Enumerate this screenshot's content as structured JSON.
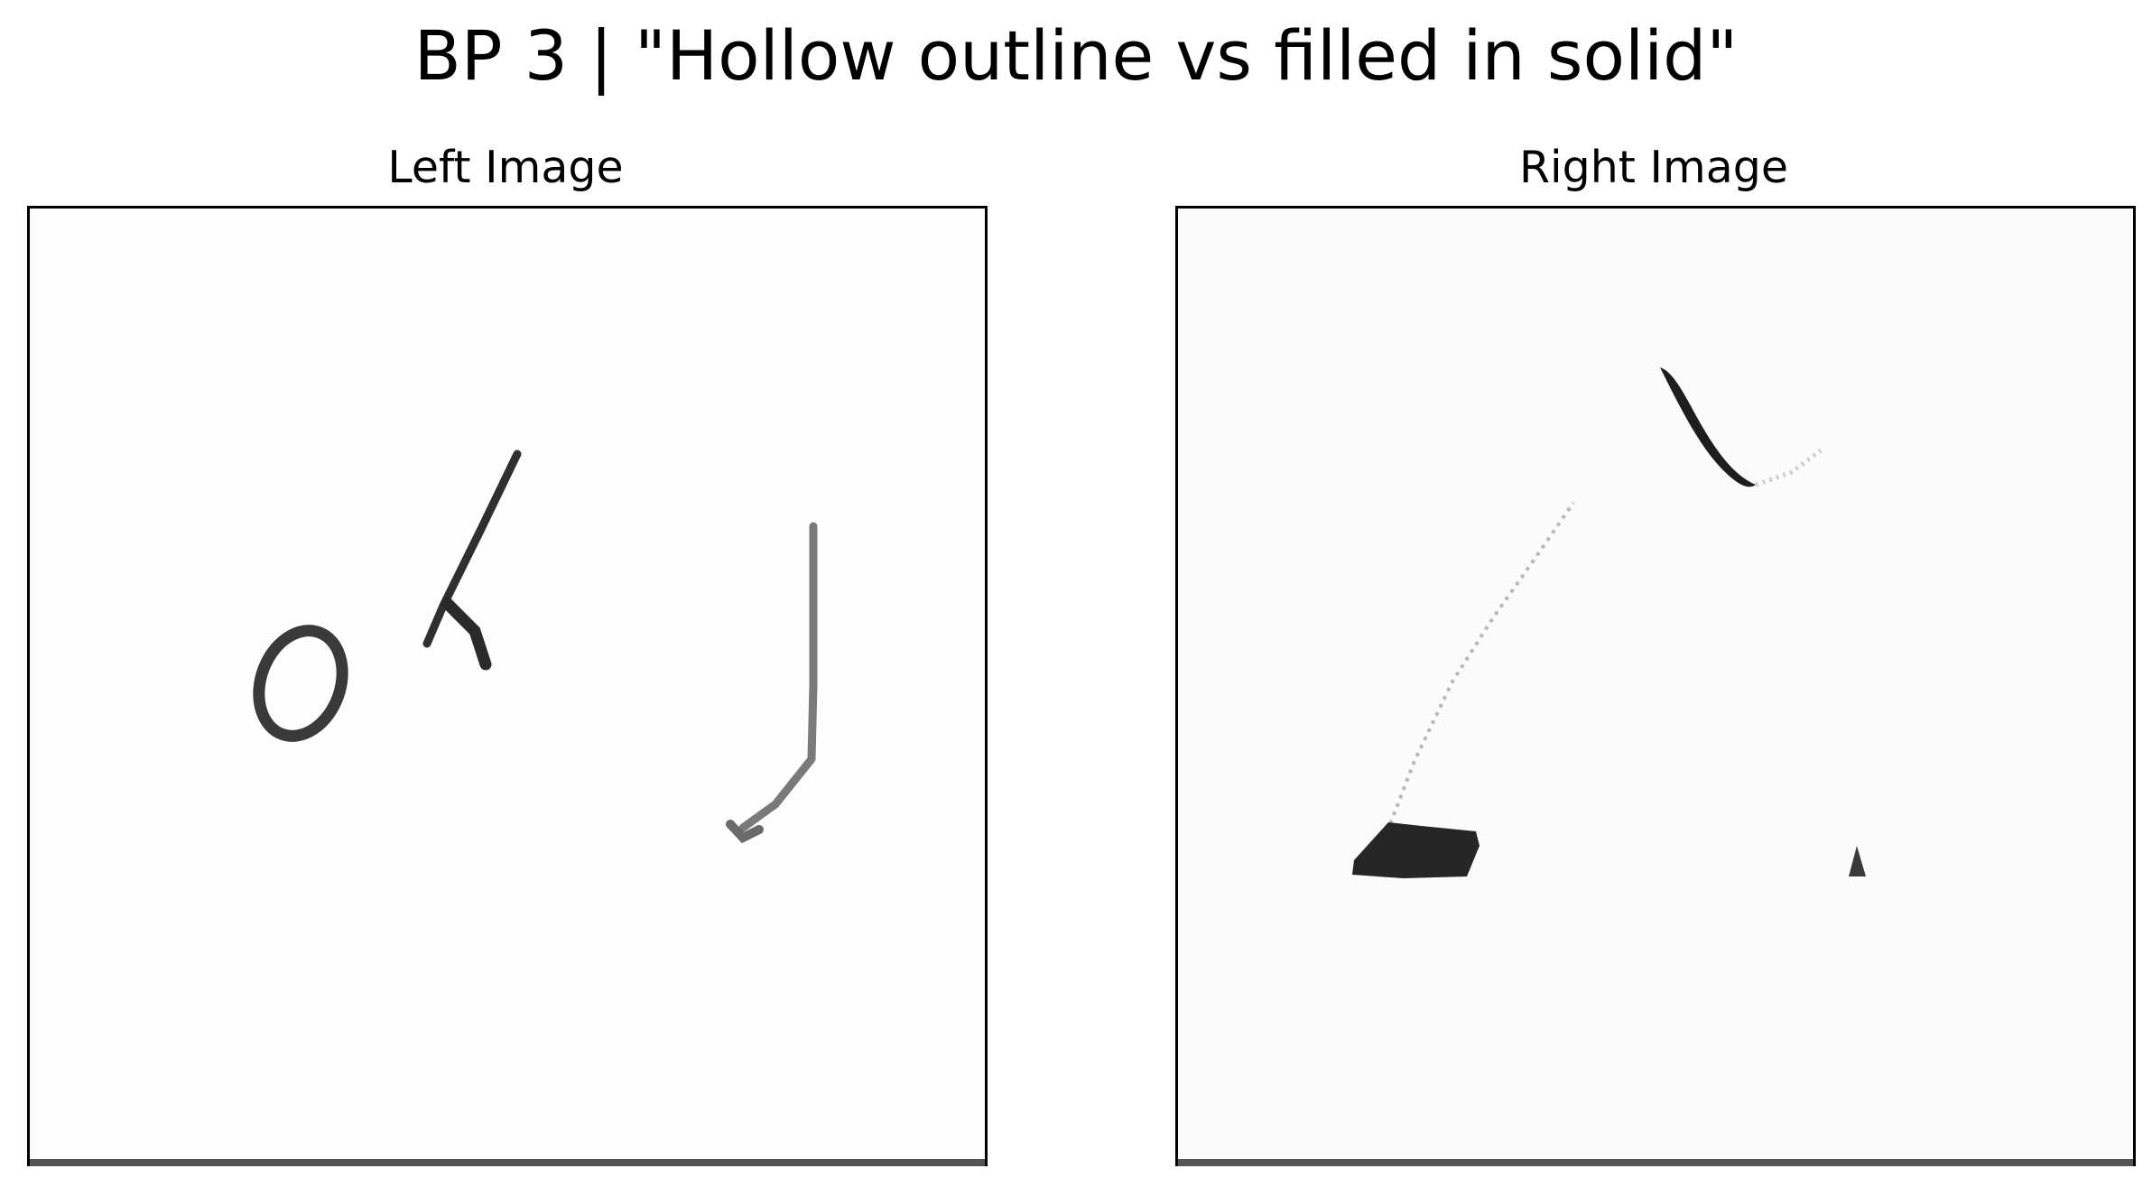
{
  "figure": {
    "title": "BP 3 | \"Hollow outline vs filled in solid\""
  },
  "panels": {
    "left": {
      "title": "Left Image"
    },
    "right": {
      "title": "Right Image"
    }
  }
}
